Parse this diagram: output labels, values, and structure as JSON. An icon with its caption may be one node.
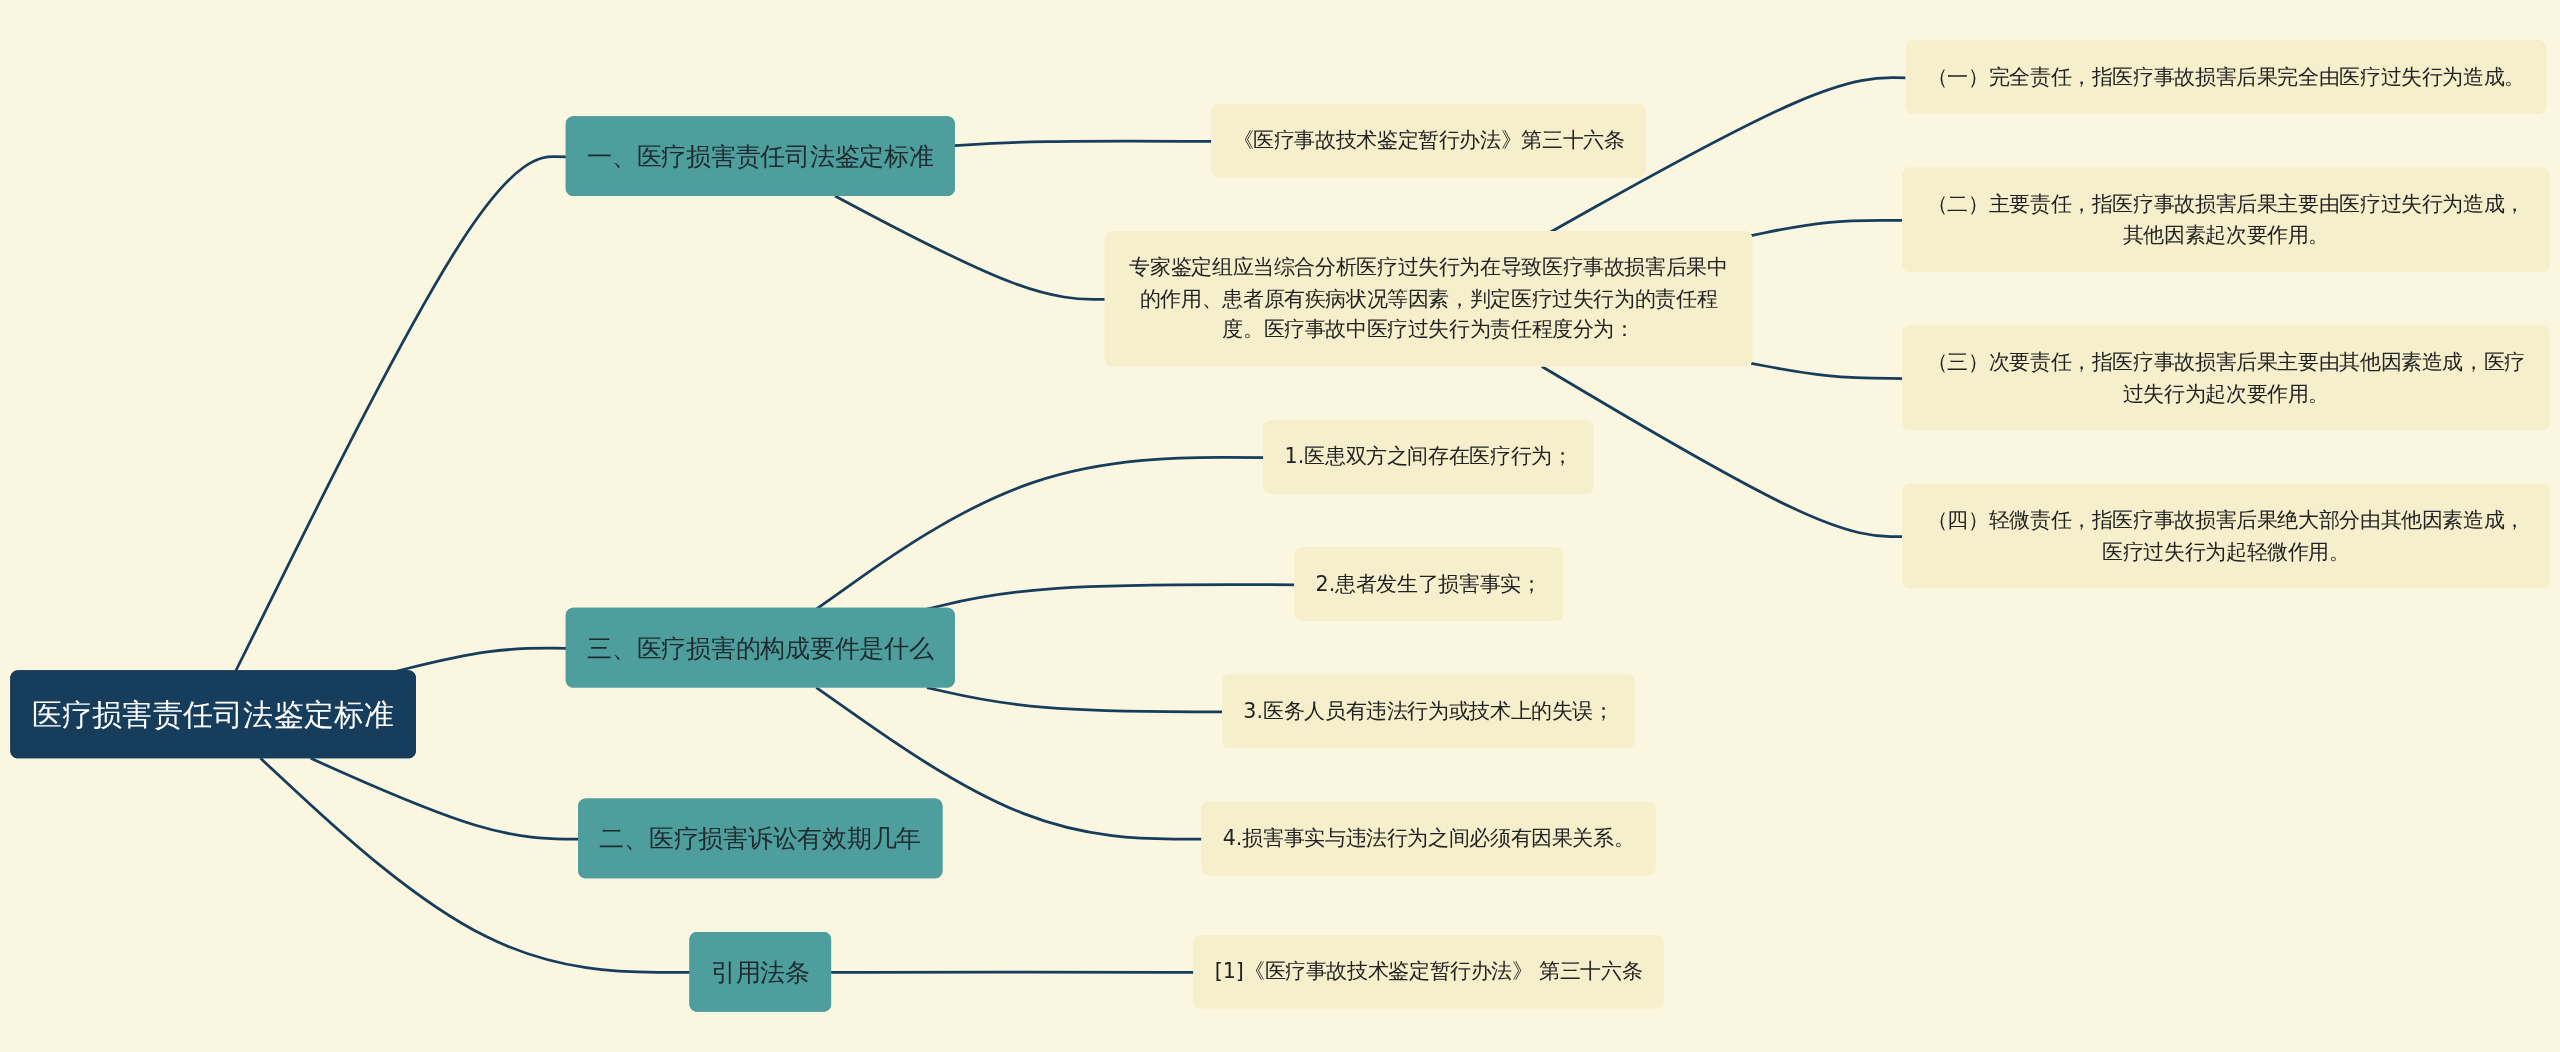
{
  "diagram": {
    "nodes": [
      {
        "text": [
          "医疗损害责任司法鉴定标准"
        ]
      },
      {
        "text": [
          "一、医疗损害责任司法鉴定标准"
        ]
      },
      {
        "text": [
          "《医疗事故技术鉴定暂行办法》第三十六条"
        ]
      },
      {
        "text": [
          "专家鉴定组应当综合分析医疗过失行为在导致医疗事故损害后果中的作用、患者原有疾病状况等因素，判定医疗过失行为的责任程度。医疗事故中医疗过失行为责任程度分为："
        ]
      },
      {
        "text": [
          "（一）完全责任，指医疗事故损害后果完全由医疗过失行为造成。"
        ]
      },
      {
        "text": [
          "（二）主要责任，指医疗事故损害后果主要由医疗过失行为造成，其他因素起次要作用。"
        ]
      },
      {
        "text": [
          "（三）次要责任，指医疗事故损害后果主要由其他因素造成，医疗过失行为起次要作用。"
        ]
      },
      {
        "text": [
          "（四）轻微责任，指医疗事故损害后果绝大部分由其他因素造成，医疗过失行为起轻微作用。"
        ]
      },
      {
        "text": [
          "三、医疗损害的构成要件是什么"
        ]
      },
      {
        "text": [
          "1.医患双方之间存在医疗行为；"
        ]
      },
      {
        "text": [
          "2.患者发生了损害事实；"
        ]
      },
      {
        "text": [
          "3.医务人员有违法行为或技术上的失误；"
        ]
      },
      {
        "text": [
          "4.损害事实与违法行为之间必须有因果关系。"
        ]
      },
      {
        "text": [
          "二、医疗损害诉讼有效期几年"
        ]
      },
      {
        "text": [
          "引用法条"
        ]
      },
      {
        "text": [
          "[1]《医疗事故技术鉴定暂行办法》 第三十六条"
        ]
      }
    ],
    "edges": [
      {
        "from": 0,
        "to": 1,
        "arrow": "none"
      },
      {
        "from": 1,
        "to": 2,
        "arrow": "none"
      },
      {
        "from": 1,
        "to": 3,
        "arrow": "none"
      },
      {
        "from": 3,
        "to": 4,
        "arrow": "none"
      },
      {
        "from": 3,
        "to": 5,
        "arrow": "none"
      },
      {
        "from": 3,
        "to": 6,
        "arrow": "none"
      },
      {
        "from": 3,
        "to": 7,
        "arrow": "none"
      },
      {
        "from": 0,
        "to": 8,
        "arrow": "none"
      },
      {
        "from": 8,
        "to": 9,
        "arrow": "none"
      },
      {
        "from": 8,
        "to": 10,
        "arrow": "none"
      },
      {
        "from": 8,
        "to": 11,
        "arrow": "none"
      },
      {
        "from": 8,
        "to": 12,
        "arrow": "none"
      },
      {
        "from": 0,
        "to": 13,
        "arrow": "none"
      },
      {
        "from": 0,
        "to": 14,
        "arrow": "none"
      },
      {
        "from": 14,
        "to": 15,
        "arrow": "none"
      }
    ]
  }
}
